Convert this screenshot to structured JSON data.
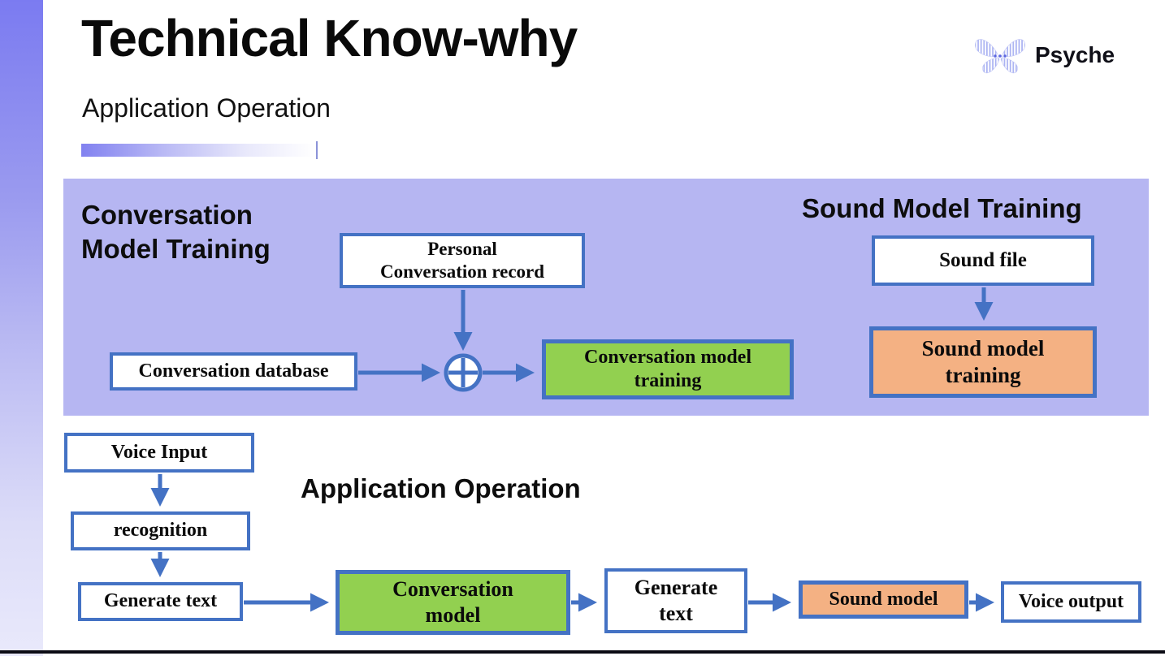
{
  "slide": {
    "title": "Technical Know-why",
    "subtitle": "Application Operation",
    "logo_text": "Psyche"
  },
  "colors": {
    "panel_purple": "#b6b6f2",
    "border_and_arrow_blue": "#4472c4",
    "box_green": "#92d050",
    "box_orange": "#f4b183",
    "sidebar_gradient_top": "#7b7bf1",
    "title_text": "#0a0a0a"
  },
  "training_panel": {
    "conversation_heading": {
      "line1": "Conversation",
      "line2": "Model Training"
    },
    "sound_heading": "Sound Model Training",
    "boxes": {
      "personal_record": {
        "line1": "Personal",
        "line2": "Conversation record"
      },
      "conversation_database": {
        "label": "Conversation database"
      },
      "conversation_model_training": {
        "line1": "Conversation model",
        "line2": "training"
      },
      "sound_file": {
        "label": "Sound file"
      },
      "sound_model_training": {
        "line1": "Sound model",
        "line2": "training"
      }
    },
    "merge_symbol": "circle-plus"
  },
  "operation_flow": {
    "heading": "Application Operation",
    "boxes": {
      "voice_input": {
        "label": "Voice Input"
      },
      "recognition": {
        "label": "recognition"
      },
      "generate_text_1": {
        "label": "Generate text"
      },
      "conversation_model": {
        "line1": "Conversation",
        "line2": "model"
      },
      "generate_text_2": {
        "line1": "Generate",
        "line2": "text"
      },
      "sound_model": {
        "label": "Sound model"
      },
      "voice_output": {
        "label": "Voice output"
      }
    }
  }
}
